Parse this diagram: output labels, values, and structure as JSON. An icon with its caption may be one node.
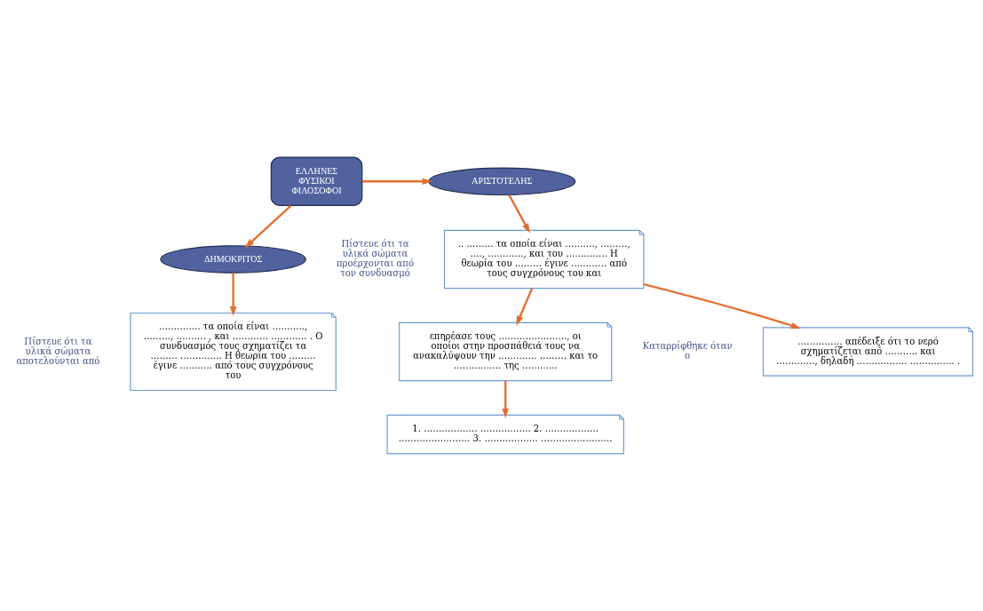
{
  "diagram": {
    "nodes": [
      {
        "text": [
          "ΕΛΛΗΝΕΣ ΦΥΣΙΚΟΙ ΦΙΛΟΣΟΦΟΙ"
        ]
      },
      {
        "text": [
          "ΑΡΙΣΤΟΤΕΛΗΣ"
        ]
      },
      {
        "text": [
          "ΔΗΜΟΚΡΙΤΟΣ"
        ]
      },
      {
        "text": [
          ".. ……… τα οποία είναι ………., ………, …., …………, και του ………….. Η θεωρία του ……… έγινε ………… από τους συγχρόνους του και"
        ],
        "beside": [
          "Πίστευε ότι τα υλικά σώματα προέρχονται από τον συνδυασμό"
        ]
      },
      {
        "text": [
          "………….. τα οποία είναι ……….., ………, ………. , και ………… ………… . Ο συνδυασμός τους σχηματίζει τα ……… ………….. Η θεωρία του ……… έγινε ……….. από τους συγχρόνους του"
        ],
        "beside": [
          "Πίστευε ότι τα υλικά σώματα αποτελούνται από"
        ]
      },
      {
        "text": [
          "…………… απέδειξε ότι το νερό σχηματίζεται από ……….. και …………., δηλαδή …………….. …………... ."
        ],
        "beside": [
          "Καταρρίφθηκε όταν ο"
        ]
      },
      {
        "text": [
          "επηρέασε τους ………………….., οι οποίοι στην προσπάθειά τους να ανακαλύψουν την …………. ……… και το ……………. της ………..."
        ]
      },
      {
        "text": [
          "1. ……………… …………….. 2. ……………… …………………… 3. ……………… ……………………"
        ]
      }
    ],
    "edges": [
      {
        "from": 0,
        "to": 1,
        "arrow": "to"
      },
      {
        "from": 0,
        "to": 2,
        "arrow": "to"
      },
      {
        "from": 1,
        "to": 3,
        "arrow": "to"
      },
      {
        "from": 2,
        "to": 4,
        "arrow": "to"
      },
      {
        "from": 3,
        "to": 5,
        "arrow": "to"
      },
      {
        "from": 3,
        "to": 6,
        "arrow": "to"
      },
      {
        "from": 6,
        "to": 7,
        "arrow": "to"
      }
    ]
  }
}
